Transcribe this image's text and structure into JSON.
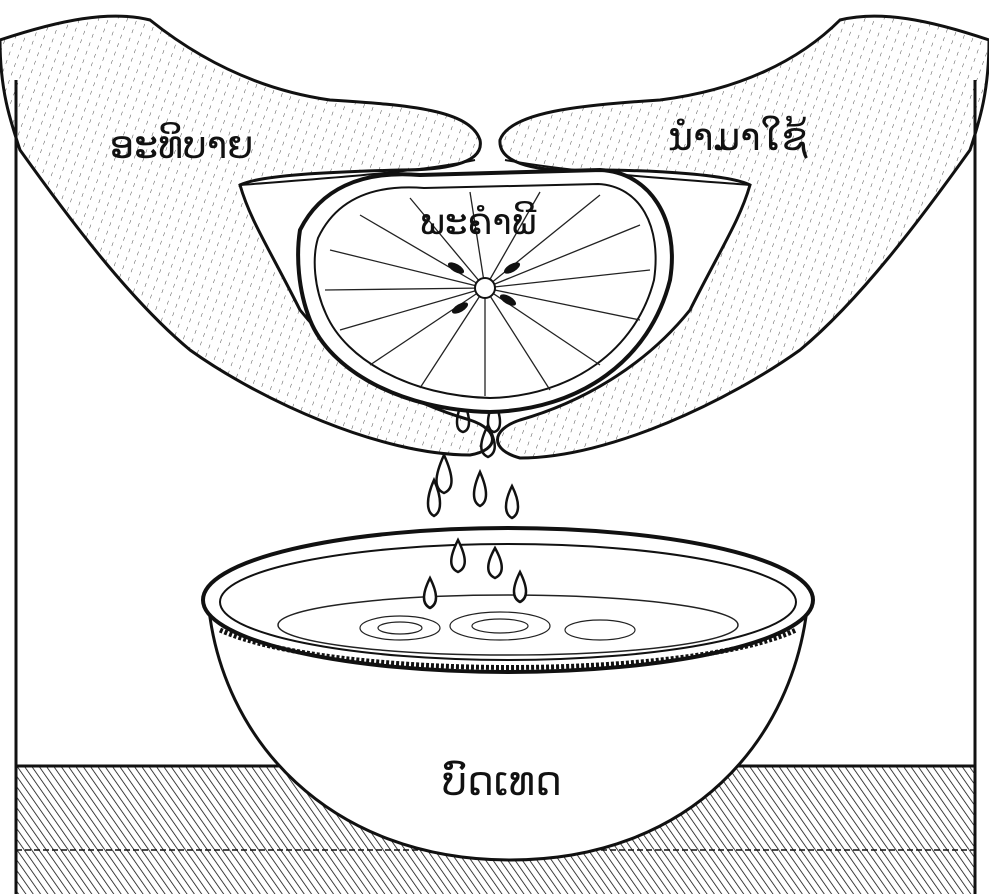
{
  "labels": {
    "top_left": "ອະທິບາຍ",
    "top_right": "ນຳມາໃຊ້",
    "center": "ພະຄຳພີ",
    "bottom": "ບົດເທດ"
  },
  "colors": {
    "ink": "#111111",
    "paper": "#ffffff"
  },
  "illustration": {
    "subject": "hands-squeezing-fruit-into-bowl",
    "icons": [
      "hands-icon",
      "citrus-slice-icon",
      "drops-icon",
      "bowl-icon",
      "table-icon"
    ]
  }
}
